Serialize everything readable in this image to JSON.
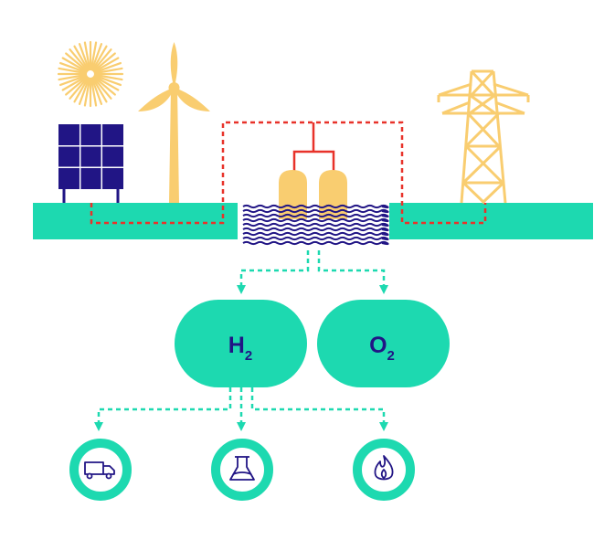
{
  "colors": {
    "teal": "#1dd9b0",
    "navy": "#211585",
    "yellow": "#f9cd70",
    "red": "#e8322a",
    "white": "#ffffff"
  },
  "outputs": {
    "hydrogen": {
      "symbol": "H",
      "subscript": "2"
    },
    "oxygen": {
      "symbol": "O",
      "subscript": "2"
    }
  },
  "uses": [
    {
      "icon": "truck-icon"
    },
    {
      "icon": "flask-icon"
    },
    {
      "icon": "flame-icon"
    }
  ],
  "sources": [
    {
      "icon": "sun-icon"
    },
    {
      "icon": "solar-panel-icon"
    },
    {
      "icon": "wind-turbine-icon"
    },
    {
      "icon": "power-pylon-icon"
    }
  ]
}
